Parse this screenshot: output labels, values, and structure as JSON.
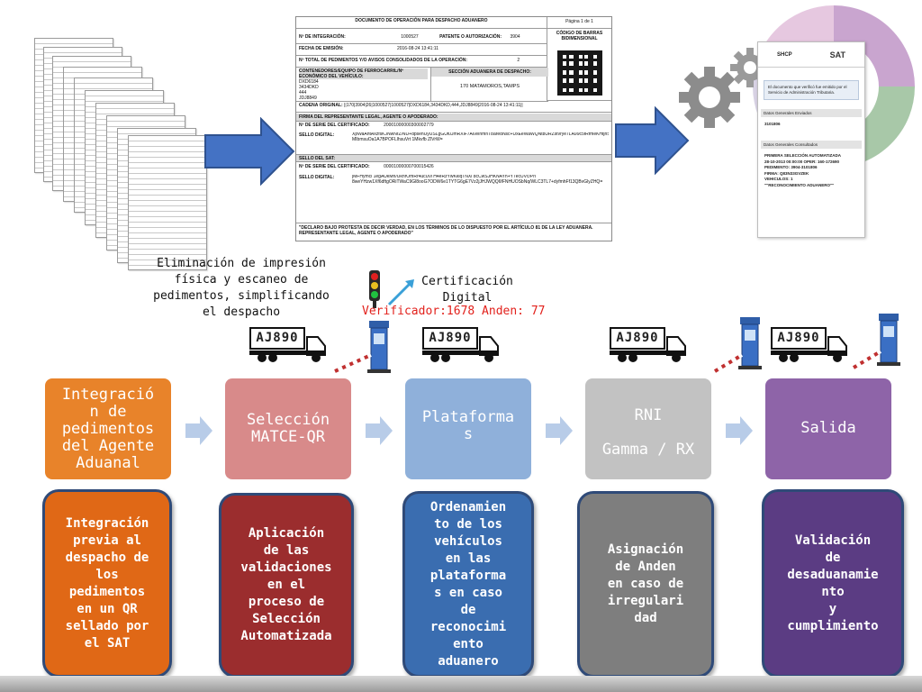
{
  "colors": {
    "step1": "#e8832a",
    "step2": "#d88a8a",
    "step3": "#8fb0da",
    "step4": "#c2c2c2",
    "step5": "#8e64a8",
    "card1": "#e06816",
    "card2": "#9b2d2e",
    "card3": "#3a6db0",
    "card4": "#7e7e7e",
    "card5": "#5b3c83",
    "arrow_blue": "#4472c4",
    "red_text": "#e2211c"
  },
  "document": {
    "title": "DOCUMENTO DE OPERACIÓN PARA DESPACHO ADUANERO",
    "page": "Página 1 de 1",
    "barcode_label": "CÓDIGO DE BARRAS BIDIMENSIONAL",
    "integration_label": "Nº DE INTEGRACIÓN:",
    "integration_value": "1000527",
    "authorization_label": "PATENTE O AUTORIZACIÓN:",
    "authorization_value": "3904",
    "emission_label": "FECHA DE EMISIÓN:",
    "emission_value": "2016-08-24 13:41:11",
    "total_label": "Nº TOTAL DE PEDIMENTOS Y/O AVISOS CONSOLIDADOS DE LA OPERACIÓN:",
    "total_value": "2",
    "containers_label": "CONTENEDORES/EQUIPO DE FERROCARRIL/Nº ECONÓMICO DEL VEHÍCULO:",
    "containers_values": [
      "DXD6184",
      "3434DKD",
      "444",
      "JDJ8849"
    ],
    "customs_label": "SECCIÓN ADUANERA DE DESPACHO:",
    "customs_value": "170 MATAMOROS,TAMPS",
    "original_chain_label": "CADENA ORIGINAL:",
    "original_chain_value": "||170|3904|26|1000527|1000527|DXD6184,3434DKD,444,JDJ8849|2016-08-24 13:41:11||",
    "signature_section": "FIRMA DEL REPRESENTANTE LEGAL, AGENTE O APODERADO:",
    "cert_label": "Nº DE SERIE DEL CERTIFICADO:",
    "cert_value_1": "20001000000300002779",
    "seal_label": "SELLO DIGITAL:",
    "seal_value_1": "XpWaAhtAxzfsKJNwNrZ/NU+dpsehUyUSLgGUt0JmRXlF7A6WnmnTbaredNsc+UxEeWaWQNt8URZstvrye7LA99c5fRfmeKHtjh5jPqhWcwFatptzNz0/7Z4uyn7/y7lHX7NWvgLeKsL MIbmsuOa1A7BPOFLlhsuVrt 1Mkvfb ZlVrW=",
    "sat_seal_section": "SELLO DEL SAT:",
    "cert_value_2": "00001000000700015426",
    "seal_value_2": "jMFHymcl 1egAUkMn/UknrOmRr4ucUvl H4eRzYwKkiqTNXl 8cCwSJHKNAYh+Y7ecUVc/Pri 8weYHzw1Xf6dftgORiTWaC9Gl8ooG7ODW6e1TYTG6gE7Vz2jJHJWQQ6fFNHUOSbNq/WLC3TL7+dyfmhFf13QBvGlyZHQ=",
    "declaration": "\"DECLARO BAJO PROTESTA DE DECIR VERDAD, EN LOS TÉRMINOS DE LO DISPUESTO POR EL ARTÍCULO 81 DE LA LEY ADUANERA. REPRESENTANTE LEGAL, AGENTE O APODERADO\""
  },
  "sat_panel": {
    "shcp": "SHCP",
    "sat": "SAT",
    "notice": "El documento que verificó fue emitido por el Servicio de Administración Tributaria.",
    "sent_title": "Datos Generales Enviados",
    "sent_value": "3101806",
    "consulted_title": "Datos Generales Consultados",
    "consulted_lines": [
      "PRIMERA SELECCIÓN AUTOMATIZADA",
      "28-10-2013 00:00:00 OPER: 160-172690",
      "PEDIMENTO: 3904-3101806",
      "FIRMA: Q83N33GVZEK",
      "VEHICULOS: 1",
      "\"\"RECONOCIMIENTO ADUANERO\"\""
    ]
  },
  "captions": {
    "elimination": "Eliminación de impresión\nfísica y escaneo de\npedimentos, simplificando\nel despacho",
    "certification": "Certificación\nDigital",
    "verifier": "Verificador:1678 Anden: 77"
  },
  "plates": [
    "AJ890",
    "AJ890",
    "AJ890",
    "AJ890"
  ],
  "steps": [
    "Integració\nn de\npedimentos\ndel Agente\nAduanal",
    "Selección\nMATCE-QR",
    "Plataforma\ns",
    "RNI\n\nGamma / RX",
    "Salida"
  ],
  "descriptions": [
    "Integración\nprevia al\ndespacho de\nlos\npedimentos\nen un QR\nsellado por\nel SAT",
    "Aplicación\nde las\nvalidaciones\nen el\nproceso de\nSelección\nAutomatizada",
    "Ordenamien\nto de los\nvehículos\nen las\nplataforma\ns en caso\nde\nreconocimi\nento\naduanero",
    "Asignación\nde Anden\nen caso de\nirregulari\ndad",
    "Validación\nde\ndesaduanamie\nnto\ny\ncumplimiento"
  ]
}
